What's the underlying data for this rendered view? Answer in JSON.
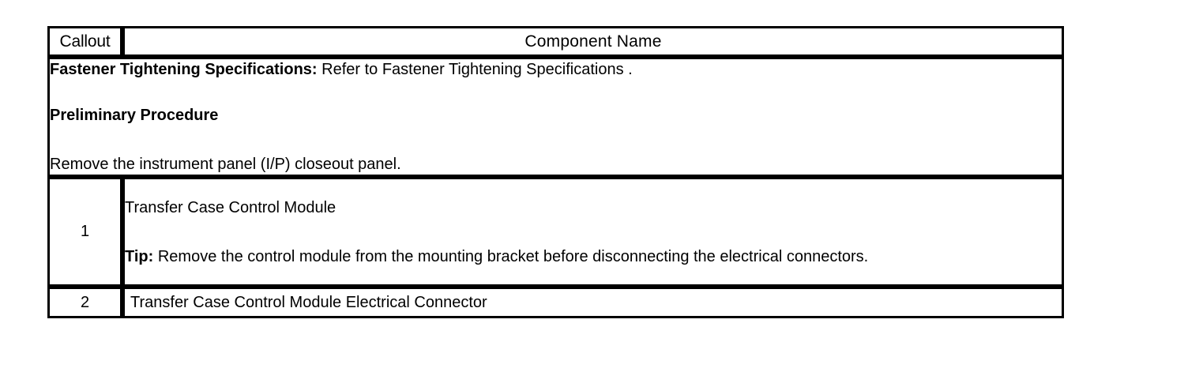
{
  "table": {
    "headers": {
      "callout": "Callout",
      "component": "Component Name"
    },
    "notes": {
      "fastener_label": "Fastener Tightening Specifications:",
      "fastener_text": " Refer to Fastener Tightening Specifications .",
      "preliminary_heading": "Preliminary Procedure",
      "preliminary_step": "Remove the instrument panel (I/P) closeout panel."
    },
    "rows": [
      {
        "callout": "1",
        "component": "Transfer Case Control Module",
        "tip_label": "Tip:",
        "tip_text": " Remove the control module from the mounting bracket before disconnecting the electrical connectors."
      },
      {
        "callout": "2",
        "component": "Transfer Case Control Module Electrical Connector"
      }
    ]
  },
  "colors": {
    "border": "#000000",
    "background": "#ffffff",
    "text": "#000000"
  }
}
